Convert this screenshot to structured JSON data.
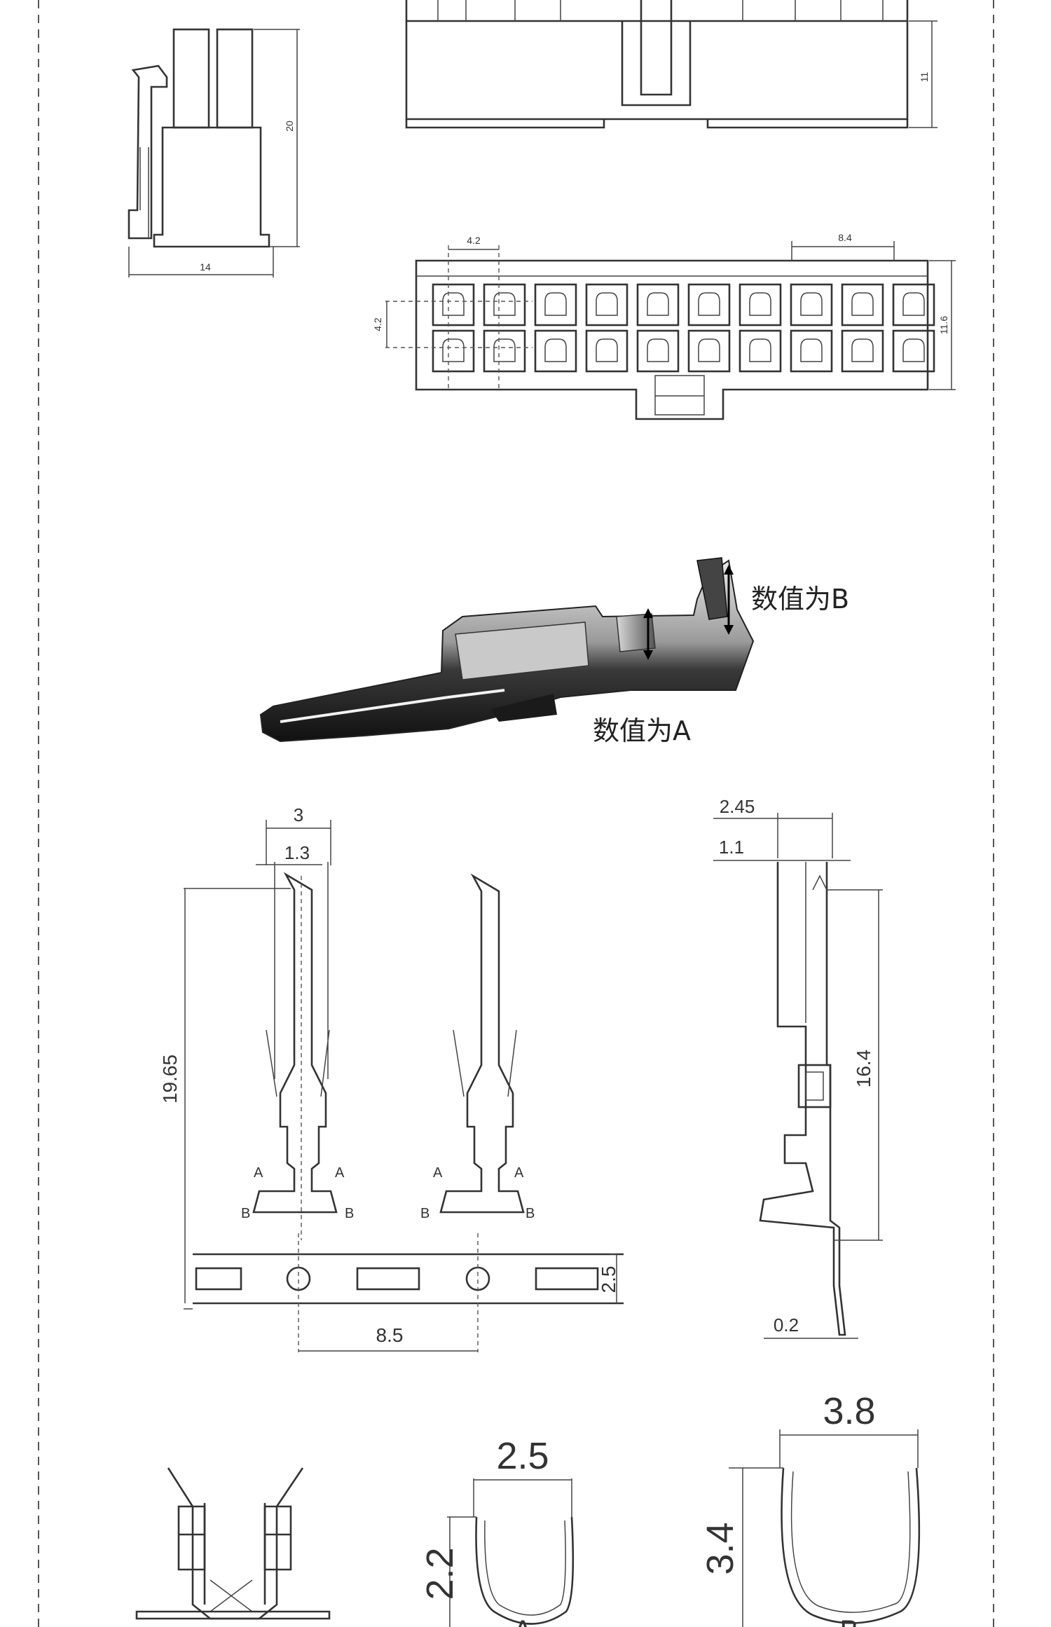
{
  "housing_dims": {
    "side_height": "20",
    "side_width": "14",
    "front_height": "11",
    "pitch_left": "4.2",
    "pitch_right": "8.4",
    "row_pitch": "4.2",
    "bottom_height": "11.6"
  },
  "photo_callouts": {
    "b_label": "数值为B",
    "a_label": "数值为A"
  },
  "terminal_dims": {
    "width_top": "3",
    "tip_width": "1.3",
    "length": "19.65",
    "strip_height": "2.5",
    "pitch": "8.5",
    "side_width": "2.45",
    "side_tip": "1.1",
    "side_length": "16.4",
    "thickness": "0.2",
    "marker_a": "A",
    "marker_b": "B"
  },
  "crimp_dims": {
    "a_width": "2.5",
    "a_height": "2.2",
    "a_label": "A",
    "b_width": "3.8",
    "b_height": "3.4",
    "b_label": "B"
  },
  "colors": {
    "line": "#333333",
    "border": "#555555",
    "background": "#ffffff"
  }
}
